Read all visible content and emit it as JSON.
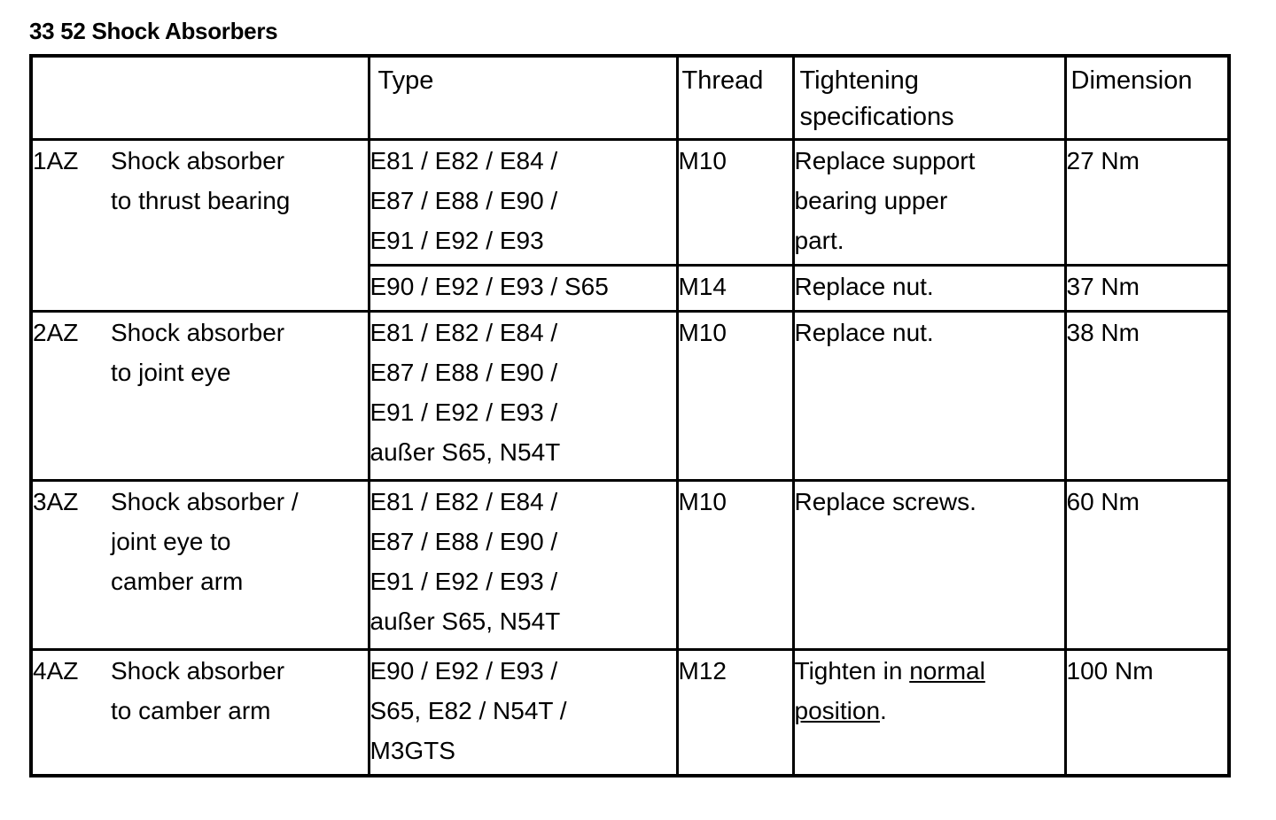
{
  "document": {
    "title": "33 52 Shock Absorbers"
  },
  "table": {
    "headers": {
      "description": "",
      "type": "Type",
      "thread": "Thread",
      "tightening": "Tightening specifications",
      "tightening_line1": "Tightening",
      "tightening_line2": "specifications",
      "dimension": "Dimension"
    },
    "rows": [
      {
        "id": "1AZ",
        "description_line1": "Shock absorber",
        "description_line2": "to thrust bearing",
        "entries": [
          {
            "type_line1": "E81 / E82 / E84 /",
            "type_line2": "E87 / E88 / E90 /",
            "type_line3": "E91 / E92 / E93",
            "thread": "M10",
            "tightening_line1": "Replace support",
            "tightening_line2": "bearing upper",
            "tightening_line3": "part.",
            "dimension": "27 Nm"
          },
          {
            "type_line1": "E90 / E92 / E93 / S65",
            "thread": "M14",
            "tightening_line1": "Replace nut.",
            "dimension": "37 Nm"
          }
        ]
      },
      {
        "id": "2AZ",
        "description_line1": "Shock absorber",
        "description_line2": "to joint eye",
        "entries": [
          {
            "type_line1": "E81 / E82 / E84 /",
            "type_line2": "E87 / E88 / E90 /",
            "type_line3": "E91 / E92 / E93 /",
            "type_line4": "außer S65, N54T",
            "thread": "M10",
            "tightening_line1": "Replace nut.",
            "dimension": "38 Nm"
          }
        ]
      },
      {
        "id": "3AZ",
        "description_line1": "Shock absorber /",
        "description_line2": "joint eye to",
        "description_line3": "camber arm",
        "entries": [
          {
            "type_line1": "E81 / E82 / E84 /",
            "type_line2": "E87 / E88 / E90 /",
            "type_line3": "E91 / E92 / E93 /",
            "type_line4": "außer S65, N54T",
            "thread": "M10",
            "tightening_line1": "Replace screws.",
            "dimension": "60 Nm"
          }
        ]
      },
      {
        "id": "4AZ",
        "description_line1": "Shock absorber",
        "description_line2": "to camber arm",
        "entries": [
          {
            "type_line1": "E90 / E92 / E93 /",
            "type_line2": "S65, E82 / N54T /",
            "type_line3": "M3GTS",
            "thread": "M12",
            "tightening_prefix": "Tighten in ",
            "tightening_underlined_1": "normal",
            "tightening_underlined_2": "position",
            "tightening_suffix": ".",
            "dimension": "100 Nm"
          }
        ]
      }
    ]
  },
  "colors": {
    "text": "#000000",
    "background": "#ffffff",
    "border": "#000000"
  }
}
